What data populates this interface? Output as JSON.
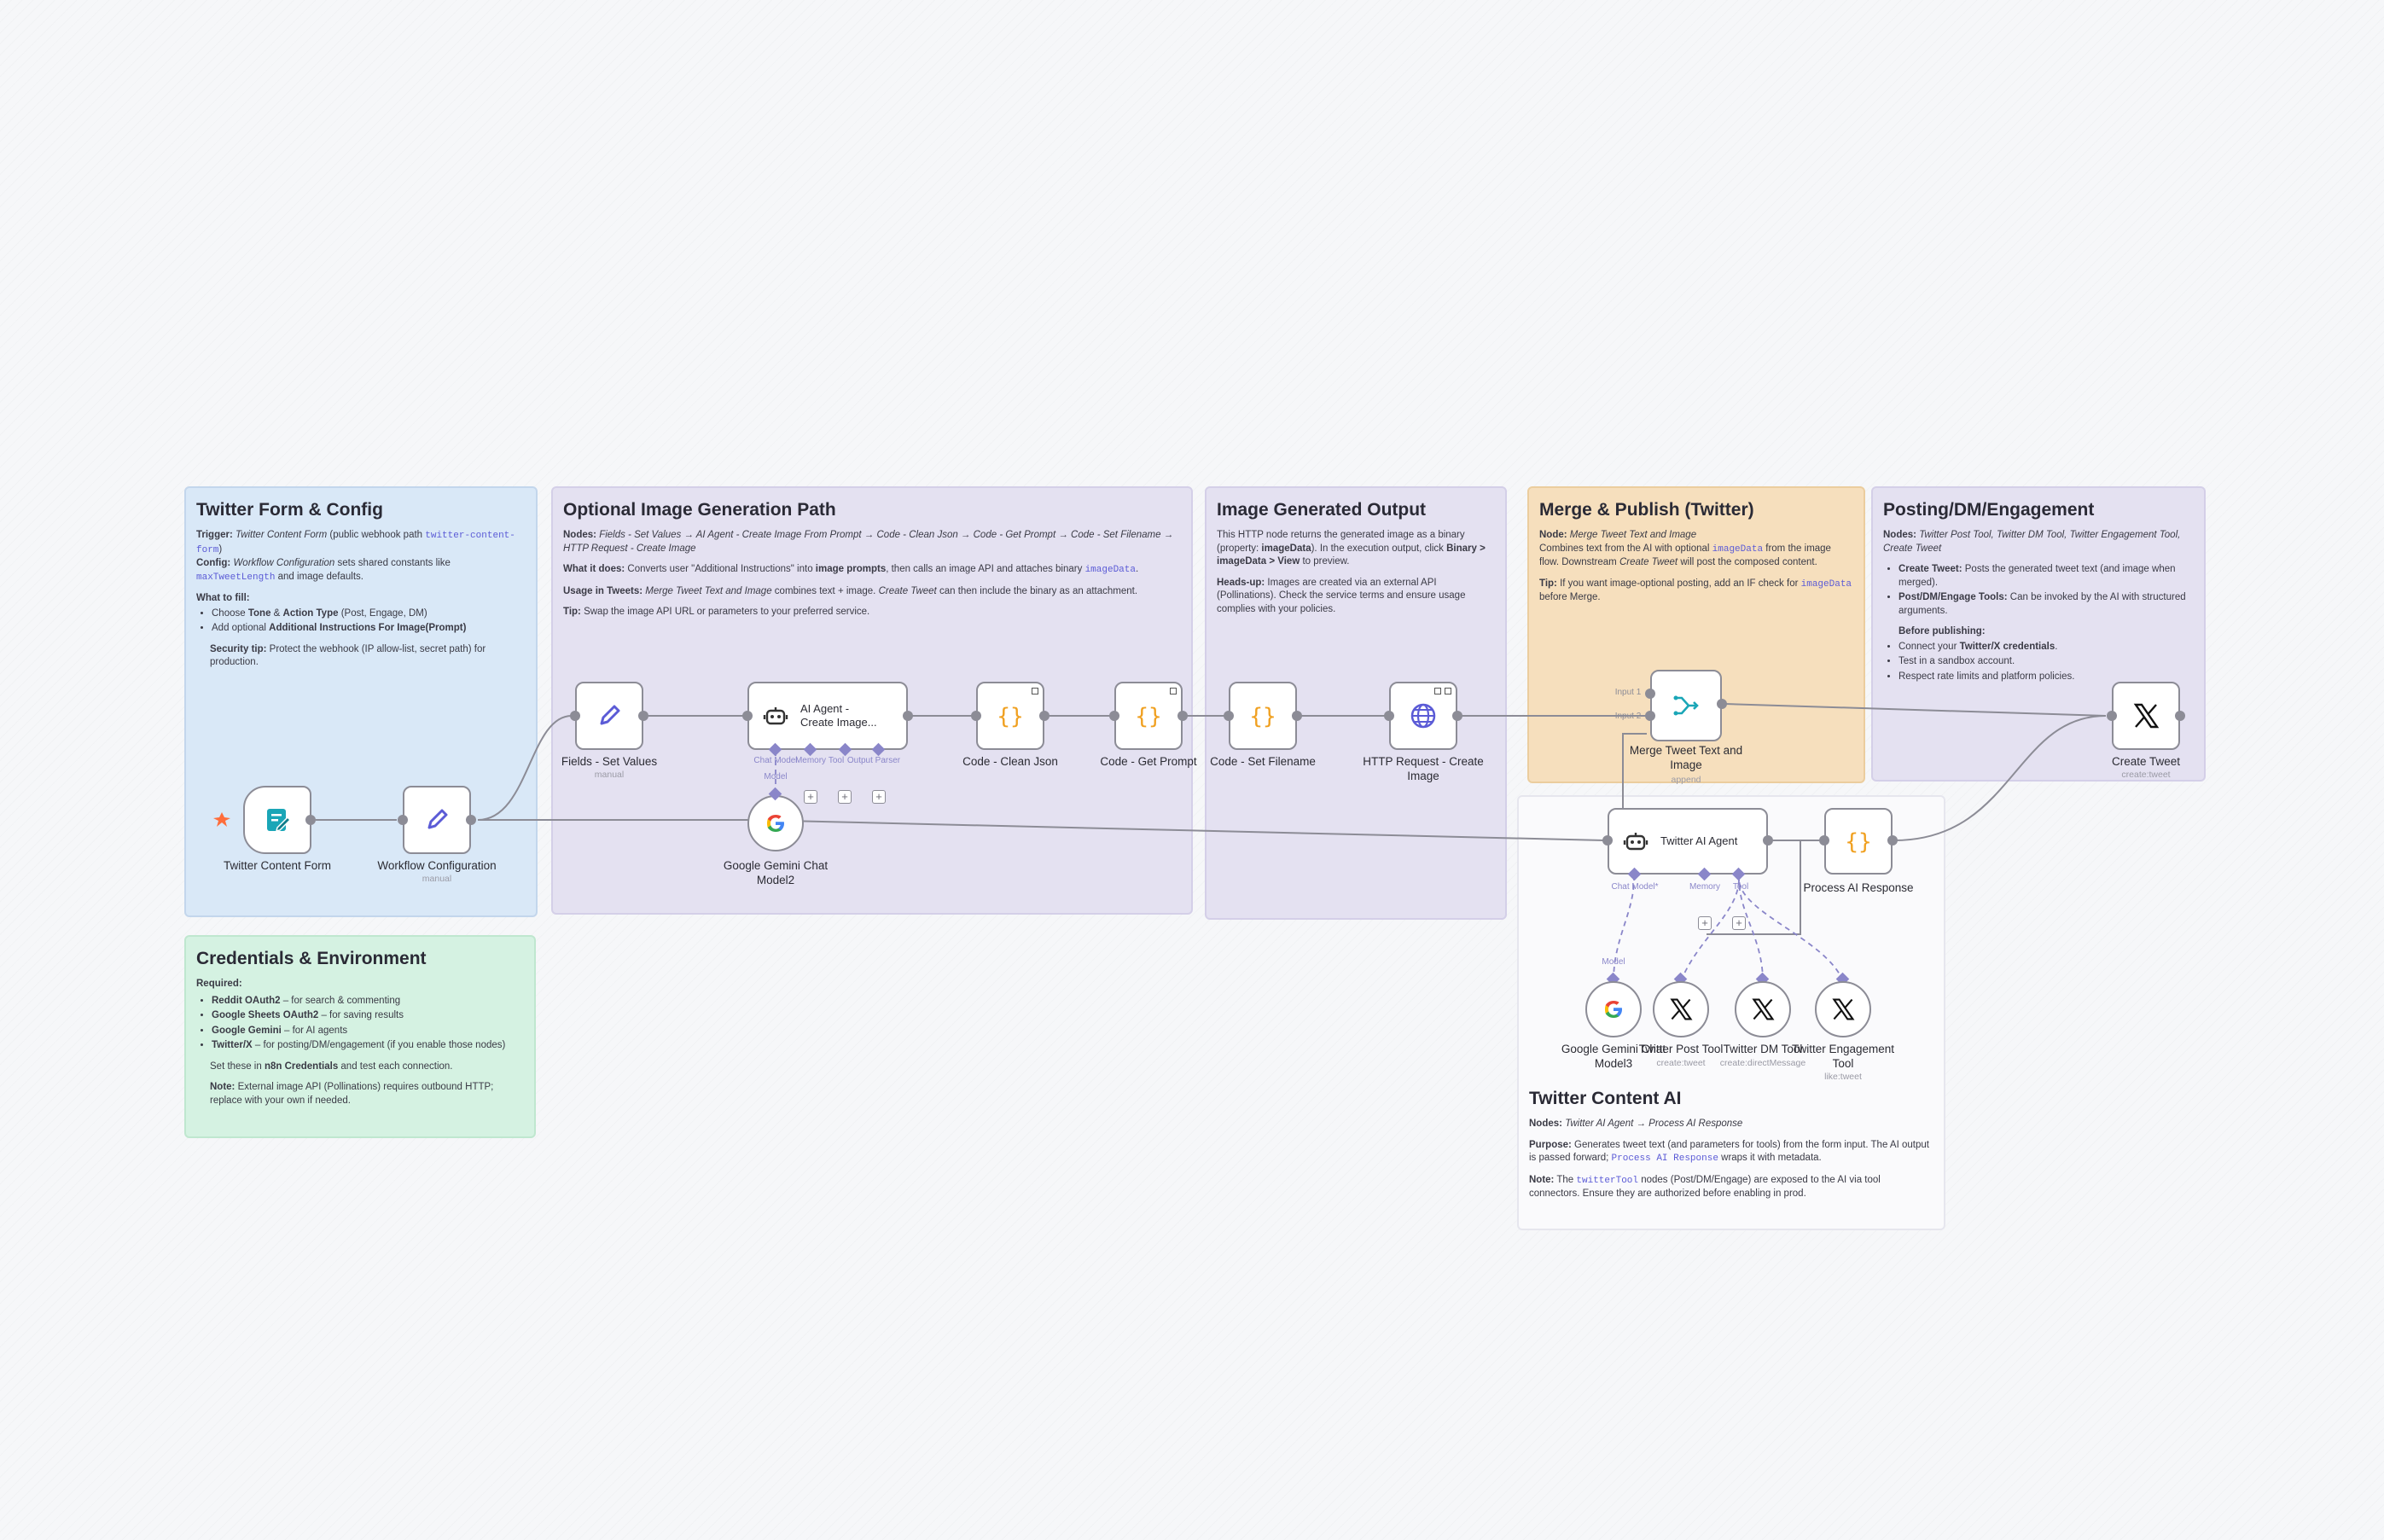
{
  "notes": {
    "form_config": {
      "title": "Twitter Form & Config",
      "trigger_label": "Trigger:",
      "trigger_node": "Twitter Content Form",
      "trigger_mid": " (public webhook path ",
      "trigger_code": "twitter-content-form",
      "trigger_end": ")",
      "config_label": "Config:",
      "config_node": "Workflow Configuration",
      "config_mid": " sets shared constants like ",
      "config_code": "maxTweetLength",
      "config_end": " and image defaults.",
      "fill_label": "What to fill:",
      "fill_1a": "Choose ",
      "fill_1b": "Tone",
      "fill_1c": " & ",
      "fill_1d": "Action Type",
      "fill_1e": " (Post, Engage, DM)",
      "fill_2a": "Add optional ",
      "fill_2b": "Additional Instructions For Image(Prompt)",
      "security_label": "Security tip:",
      "security_text": " Protect the webhook (IP allow-list, secret path) for production."
    },
    "image_path": {
      "title": "Optional Image Generation Path",
      "nodes_label": "Nodes:",
      "nodes_text": "Fields - Set Values → AI Agent - Create Image From Prompt → Code - Clean Json → Code - Get Prompt → Code - Set Filename → HTTP Request - Create Image",
      "what_label": "What it does:",
      "what_a": " Converts user \"Additional Instructions\" into ",
      "what_b": "image prompts",
      "what_c": ", then calls an image API and attaches binary ",
      "what_code": "imageData",
      "what_d": ".",
      "usage_label": "Usage in Tweets:",
      "usage_a": "Merge Tweet Text and Image",
      "usage_b": " combines text + image. ",
      "usage_c": "Create Tweet",
      "usage_d": " can then include the binary as an attachment.",
      "tip_label": "Tip:",
      "tip_text": " Swap the image API URL or parameters to your preferred service."
    },
    "image_output": {
      "title": "Image Generated Output",
      "p1a": "This HTTP node returns the generated image as a binary (property: ",
      "p1b": "imageData",
      "p1c": "). In the execution output, click ",
      "p1d": "Binary > imageData > View",
      "p1e": " to preview.",
      "heads_label": "Heads-up:",
      "heads_text": " Images are created via an external API (Pollinations). Check the service terms and ensure usage complies with your policies."
    },
    "merge_publish": {
      "title": "Merge & Publish (Twitter)",
      "node_label": "Node:",
      "node_text": "Merge Tweet Text and Image",
      "p_a": "Combines text from the AI with optional ",
      "p_code": "imageData",
      "p_b": " from the image flow. Downstream ",
      "p_c": "Create Tweet",
      "p_d": " will post the composed content.",
      "tip_label": "Tip:",
      "tip_a": " If you want image-optional posting, add an IF check for ",
      "tip_code": "imageData",
      "tip_b": " before Merge."
    },
    "posting": {
      "title": "Posting/DM/Engagement",
      "nodes_label": "Nodes:",
      "nodes_text": "Twitter Post Tool, Twitter DM Tool, Twitter Engagement Tool, Create Tweet",
      "b1a": "Create Tweet:",
      "b1b": " Posts the generated tweet text (and image when merged).",
      "b2a": "Post/DM/Engage Tools:",
      "b2b": " Can be invoked by the AI with structured arguments.",
      "before_label": "Before publishing:",
      "c1a": "Connect your ",
      "c1b": "Twitter/X credentials",
      "c1c": ".",
      "c2": "Test in a sandbox account.",
      "c3": "Respect rate limits and platform policies."
    },
    "credentials": {
      "title": "Credentials & Environment",
      "required_label": "Required:",
      "r1a": "Reddit OAuth2",
      "r1b": " – for search & commenting",
      "r2a": "Google Sheets OAuth2",
      "r2b": " – for saving results",
      "r3a": "Google Gemini",
      "r3b": " – for AI agents",
      "r4a": "Twitter/X",
      "r4b": " – for posting/DM/engagement (if you enable those nodes)",
      "set_a": "Set these in ",
      "set_b": "n8n Credentials",
      "set_c": " and test each connection.",
      "note_label": "Note:",
      "note_text": " External image API (Pollinations) requires outbound HTTP; replace with your own if needed."
    },
    "content_ai": {
      "title": "Twitter Content AI",
      "nodes_label": "Nodes:",
      "nodes_text": "Twitter AI Agent → Process AI Response",
      "purpose_label": "Purpose:",
      "purpose_a": " Generates tweet text (and parameters for tools) from the form input. The AI output is passed forward; ",
      "purpose_code": "Process AI Response",
      "purpose_b": " wraps it with metadata.",
      "note_label": "Note:",
      "note_a": " The ",
      "note_code": "twitterTool",
      "note_b": " nodes (Post/DM/Engage) are exposed to the AI via tool connectors. Ensure they are authorized before enabling in prod."
    }
  },
  "nodes": {
    "twitter_content_form": {
      "label": "Twitter Content Form"
    },
    "workflow_configuration": {
      "label": "Workflow Configuration",
      "sub": "manual"
    },
    "fields_set_values": {
      "label": "Fields - Set Values",
      "sub": "manual"
    },
    "ai_agent_create_image": {
      "title_1": "AI Agent -",
      "title_2": "Create Image..."
    },
    "code_clean_json": {
      "label": "Code - Clean Json"
    },
    "code_get_prompt": {
      "label": "Code - Get Prompt"
    },
    "code_set_filename": {
      "label": "Code - Set Filename"
    },
    "http_request_create_image": {
      "label_1": "HTTP Request - Create",
      "label_2": "Image"
    },
    "google_gemini_chat_model2": {
      "label_1": "Google Gemini Chat",
      "label_2": "Model2"
    },
    "merge_tweet_text_image": {
      "label_1": "Merge Tweet Text and",
      "label_2": "Image",
      "sub": "append",
      "input1": "Input 1",
      "input2": "Input 2"
    },
    "create_tweet": {
      "label": "Create Tweet",
      "sub": "create:tweet"
    },
    "twitter_ai_agent": {
      "title": "Twitter AI Agent"
    },
    "process_ai_response": {
      "label": "Process AI Response"
    },
    "google_gemini_model3": {
      "label_1": "Google Gemini Chat",
      "label_2": "Model3"
    },
    "twitter_post_tool": {
      "label": "Twitter Post Tool",
      "sub": "create:tweet"
    },
    "twitter_dm_tool": {
      "label": "Twitter DM Tool",
      "sub": "create:directMessage"
    },
    "twitter_engagement_tool": {
      "label_1": "Twitter Engagement",
      "label_2": "Tool",
      "sub": "like:tweet"
    }
  },
  "ports": {
    "agent1": {
      "chat_model": "Chat Model",
      "memory": "Memory",
      "tool": "Tool",
      "output_parser": "Output Parser",
      "model": "Model"
    },
    "agent2": {
      "chat_model": "Chat Model*",
      "memory": "Memory",
      "tool": "Tool",
      "model": "Model"
    }
  },
  "colors": {
    "edge": "#8c8c96",
    "port_purple": "#8a86c9",
    "code_orange": "#f0a020",
    "x_black": "#111111",
    "form_teal": "#1aa6b7",
    "edit_purple": "#5b5bd6"
  }
}
